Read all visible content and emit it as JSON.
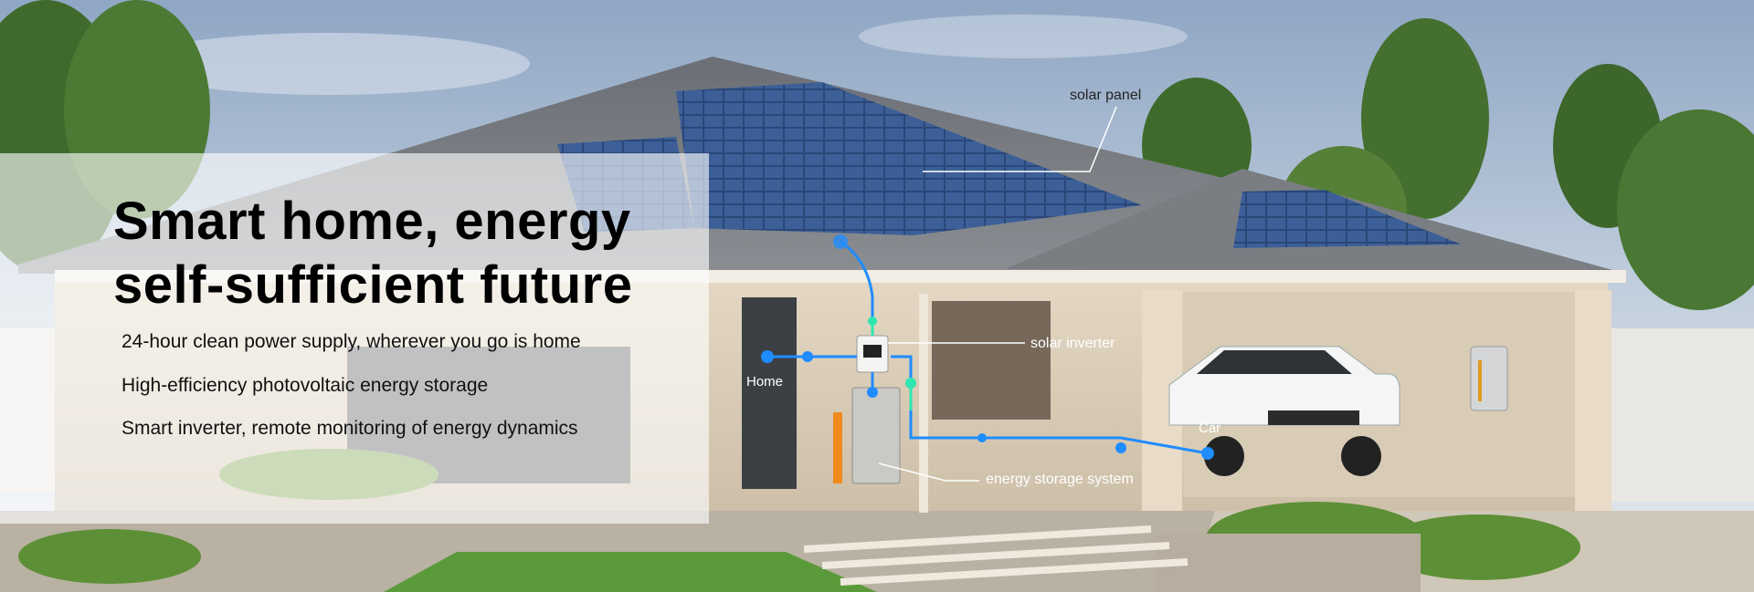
{
  "hero": {
    "headline_line1": "Smart home, energy",
    "headline_line2": "self-sufficient future",
    "features": [
      "24-hour clean power supply, wherever you go is home",
      "High-efficiency photovoltaic energy storage",
      "Smart inverter, remote monitoring of energy dynamics"
    ]
  },
  "callouts": {
    "solar_panel": "solar panel",
    "solar_inverter": "solar inverter",
    "energy_storage": "energy storage system",
    "home": "Home",
    "car": "Car"
  },
  "colors": {
    "energy_flow": "#1f8cff",
    "energy_node": "#2ee6b0",
    "headline": "#000000"
  }
}
